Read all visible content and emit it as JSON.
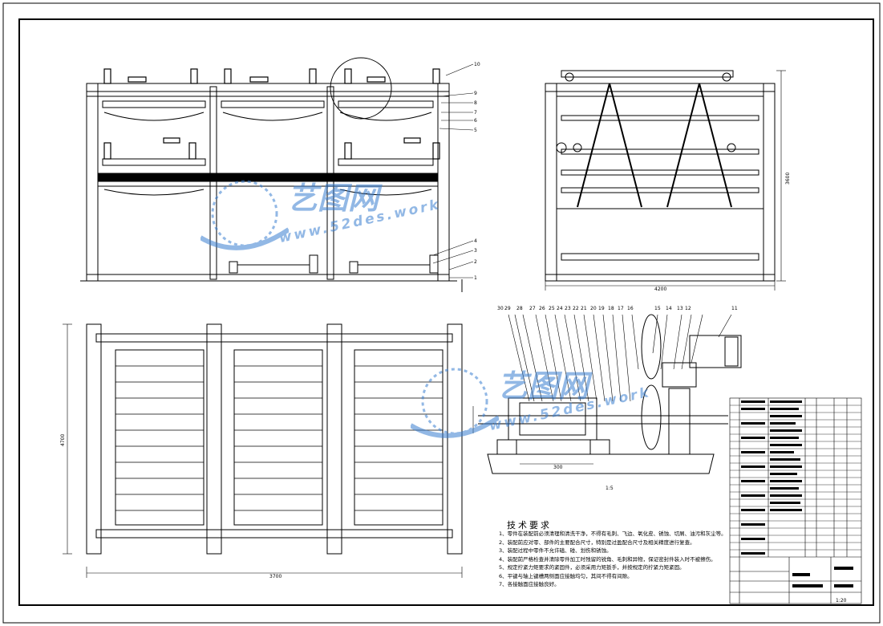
{
  "watermark": {
    "brand": "艺图网",
    "url": "www.52des.work",
    "color": "#3a7fd0"
  },
  "dimensions": {
    "front_width": "",
    "side_width": "4200",
    "side_height": "3600",
    "plan_width": "3700",
    "plan_height": "4700",
    "detail_span": "300",
    "detail_base": "1:5"
  },
  "part_numbers": {
    "front_callouts": [
      "10",
      "9",
      "8",
      "7",
      "6",
      "5",
      "4",
      "3",
      "2",
      "1"
    ],
    "detail_callouts": [
      "30",
      "29",
      "28",
      "27",
      "26",
      "25",
      "24",
      "23",
      "22",
      "21",
      "20",
      "19",
      "18",
      "17",
      "16",
      "15",
      "14",
      "13",
      "12",
      "11"
    ]
  },
  "tech_requirements": {
    "title": "技术要求",
    "items": [
      "1、零件在装配前必须清理和清洗干净，不得有毛刺、飞边、氧化皮、锈蚀、切屑、油污和灰尘等。",
      "2、装配前应对零、部件的主要配合尺寸，特别是过盈配合尺寸及相关精度进行复查。",
      "3、装配过程中零件不允许磕、碰、划伤和锈蚀。",
      "4、装配前严格检查并清除零件加工时残留的锐角、毛刺和异物，保证密封件装入时不被擦伤。",
      "5、规定拧紧力矩要求的紧固件，必须采用力矩扳手，并按规定的拧紧力矩紧固。",
      "6、平键与轴上键槽两侧面应接触均匀，其间不得有间隙。",
      "7、各接触面应接触良好。"
    ]
  },
  "title_block": {
    "scale": "1:20"
  }
}
